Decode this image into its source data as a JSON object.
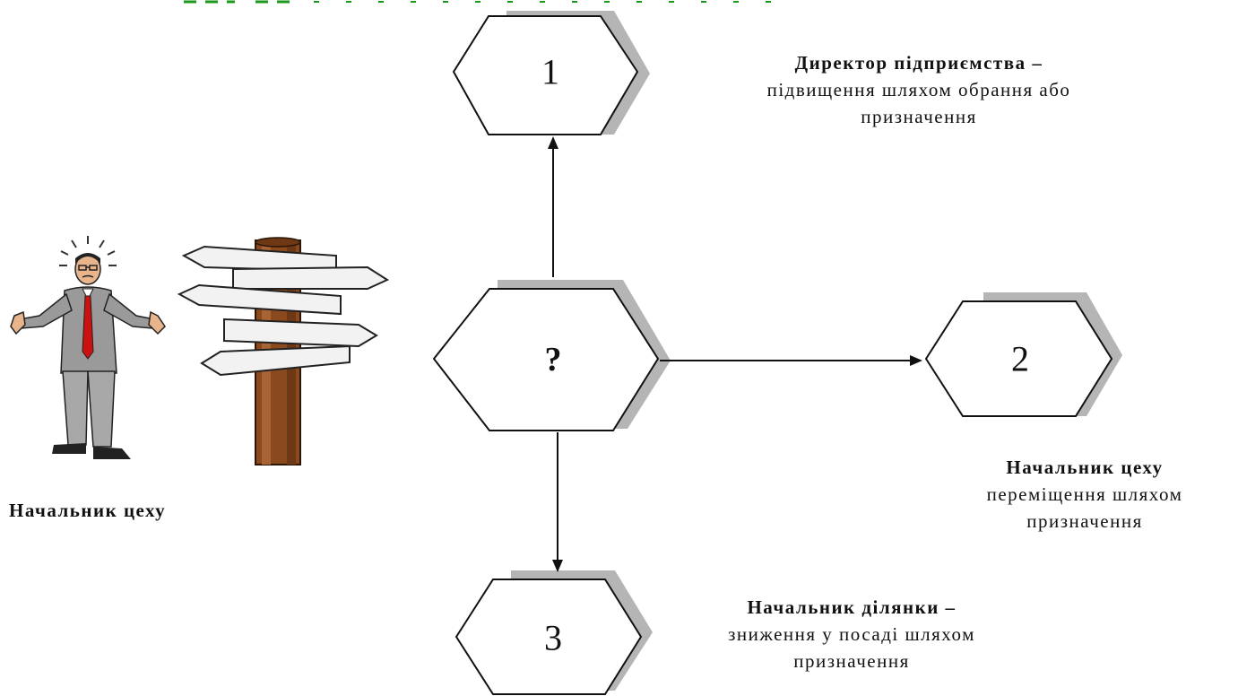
{
  "nodes": {
    "center": "?",
    "n1": "1",
    "n2": "2",
    "n3": "3"
  },
  "captions": {
    "option1": {
      "title": "Директор підприємства –",
      "line1": "підвищення шляхом обрання або",
      "line2": "призначення"
    },
    "option2": {
      "title": "Начальник цеху",
      "line1": "переміщення шляхом",
      "line2": "призначення"
    },
    "option3": {
      "title": "Начальник ділянки –",
      "line1": "зниження у посаді шляхом",
      "line2": "призначення"
    },
    "current_role": "Начальник цеху"
  },
  "colors": {
    "hex_fill": "#ffffff",
    "hex_stroke": "#111111",
    "hex_shadow": "#b5b5b5",
    "signpost_wood": "#8b4a1e",
    "man_suit": "#9a9a9a",
    "man_tie": "#cc1111",
    "top_border_accent": "#1a9a1a"
  },
  "icons": {
    "person": "confused-man-icon",
    "signpost": "crossroads-signpost-icon"
  }
}
